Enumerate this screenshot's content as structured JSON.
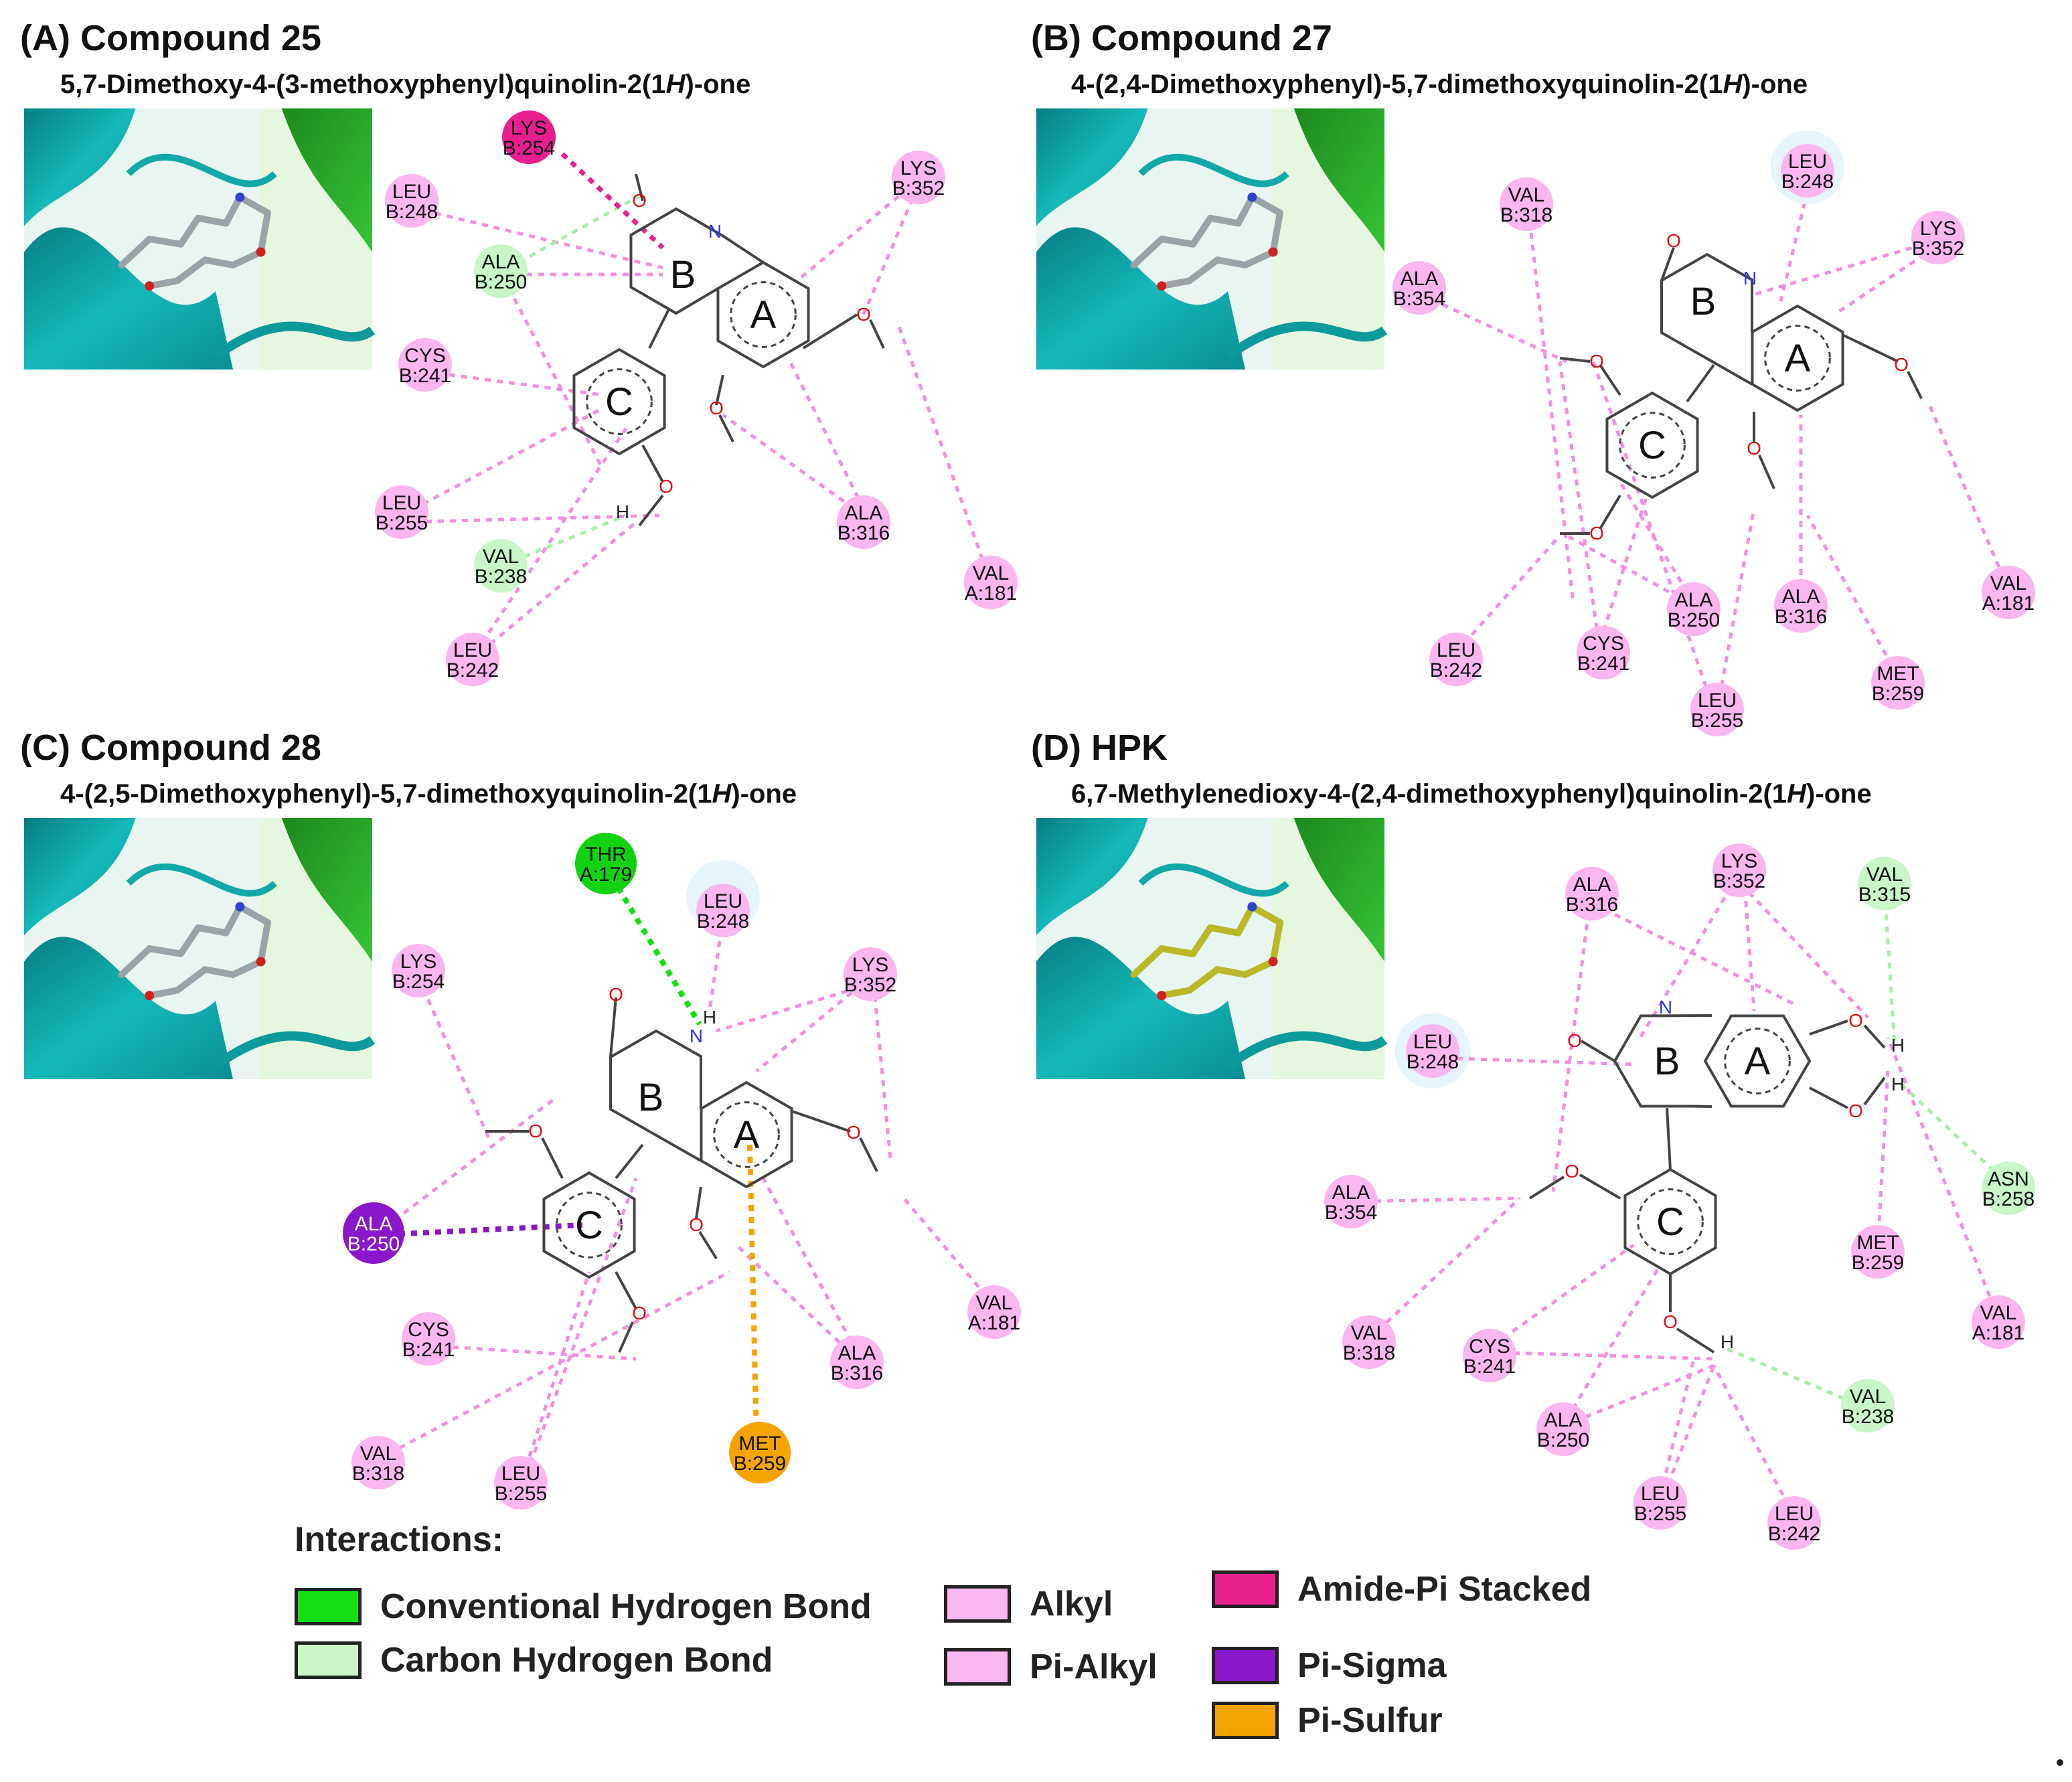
{
  "panels": [
    {
      "id": "A",
      "label": "(A)",
      "heading": "Compound 25",
      "name_pre": "5,7-Dimethoxy-4-(3-methoxyphenyl)quinolin-2(1",
      "name_ital": "H",
      "name_post": ")-one",
      "ring_labels": {
        "A": "A",
        "B": "B",
        "C": "C"
      },
      "residues": [
        {
          "id": "LYS254",
          "l1": "LYS",
          "l2": "B:254",
          "color": "#e8208f"
        },
        {
          "id": "LEU248",
          "l1": "LEU",
          "l2": "B:248",
          "color": "#f9b6ef"
        },
        {
          "id": "ALA250",
          "l1": "ALA",
          "l2": "B:250",
          "color": "#c9f5c9"
        },
        {
          "id": "LYS352",
          "l1": "LYS",
          "l2": "B:352",
          "color": "#f9b6ef"
        },
        {
          "id": "CYS241",
          "l1": "CYS",
          "l2": "B:241",
          "color": "#f9b6ef"
        },
        {
          "id": "LEU255",
          "l1": "LEU",
          "l2": "B:255",
          "color": "#f9b6ef"
        },
        {
          "id": "VAL238",
          "l1": "VAL",
          "l2": "B:238",
          "color": "#c9f5c9"
        },
        {
          "id": "LEU242",
          "l1": "LEU",
          "l2": "B:242",
          "color": "#f9b6ef"
        },
        {
          "id": "ALA316",
          "l1": "ALA",
          "l2": "B:316",
          "color": "#f9b6ef"
        },
        {
          "id": "VAL181",
          "l1": "VAL",
          "l2": "A:181",
          "color": "#f9b6ef"
        }
      ],
      "atom_labels": [
        "N",
        "O",
        "O",
        "O",
        "O",
        "H"
      ]
    },
    {
      "id": "B",
      "label": "(B)",
      "heading": "Compound 27",
      "name_pre": "4-(2,4-Dimethoxyphenyl)-5,7-dimethoxyquinolin-2(1",
      "name_ital": "H",
      "name_post": ")-one",
      "ring_labels": {
        "A": "A",
        "B": "B",
        "C": "C"
      },
      "residues": [
        {
          "id": "VAL318",
          "l1": "VAL",
          "l2": "B:318",
          "color": "#f9b6ef"
        },
        {
          "id": "LEU248",
          "l1": "LEU",
          "l2": "B:248",
          "color": "#f9b6ef"
        },
        {
          "id": "LYS352",
          "l1": "LYS",
          "l2": "B:352",
          "color": "#f9b6ef"
        },
        {
          "id": "ALA354",
          "l1": "ALA",
          "l2": "B:354",
          "color": "#f9b6ef"
        },
        {
          "id": "VAL181",
          "l1": "VAL",
          "l2": "A:181",
          "color": "#f9b6ef"
        },
        {
          "id": "ALA250",
          "l1": "ALA",
          "l2": "B:250",
          "color": "#f9b6ef"
        },
        {
          "id": "ALA316",
          "l1": "ALA",
          "l2": "B:316",
          "color": "#f9b6ef"
        },
        {
          "id": "LEU242",
          "l1": "LEU",
          "l2": "B:242",
          "color": "#f9b6ef"
        },
        {
          "id": "CYS241",
          "l1": "CYS",
          "l2": "B:241",
          "color": "#f9b6ef"
        },
        {
          "id": "MET259",
          "l1": "MET",
          "l2": "B:259",
          "color": "#f9b6ef"
        },
        {
          "id": "LEU255",
          "l1": "LEU",
          "l2": "B:255",
          "color": "#f9b6ef"
        }
      ],
      "atom_labels": [
        "N",
        "O",
        "O",
        "O",
        "O",
        "O"
      ]
    },
    {
      "id": "C",
      "label": "(C)",
      "heading": "Compound 28",
      "name_pre": "4-(2,5-Dimethoxyphenyl)-5,7-dimethoxyquinolin-2(1",
      "name_ital": "H",
      "name_post": ")-one",
      "ring_labels": {
        "A": "A",
        "B": "B",
        "C": "C"
      },
      "residues": [
        {
          "id": "THR179",
          "l1": "THR",
          "l2": "A:179",
          "color": "#12d312"
        },
        {
          "id": "LEU248",
          "l1": "LEU",
          "l2": "B:248",
          "color": "#f9b6ef"
        },
        {
          "id": "LYS254",
          "l1": "LYS",
          "l2": "B:254",
          "color": "#f9b6ef"
        },
        {
          "id": "LYS352",
          "l1": "LYS",
          "l2": "B:352",
          "color": "#f9b6ef"
        },
        {
          "id": "ALA250",
          "l1": "ALA",
          "l2": "B:250",
          "color": "#8a17c9"
        },
        {
          "id": "VAL181",
          "l1": "VAL",
          "l2": "A:181",
          "color": "#f9b6ef"
        },
        {
          "id": "CYS241",
          "l1": "CYS",
          "l2": "B:241",
          "color": "#f9b6ef"
        },
        {
          "id": "ALA316",
          "l1": "ALA",
          "l2": "B:316",
          "color": "#f9b6ef"
        },
        {
          "id": "VAL318",
          "l1": "VAL",
          "l2": "B:318",
          "color": "#f9b6ef"
        },
        {
          "id": "LEU255",
          "l1": "LEU",
          "l2": "B:255",
          "color": "#f9b6ef"
        },
        {
          "id": "MET259",
          "l1": "MET",
          "l2": "B:259",
          "color": "#f5a300"
        }
      ],
      "atom_labels": [
        "N",
        "H",
        "O",
        "O",
        "O",
        "O",
        "O"
      ]
    },
    {
      "id": "D",
      "label": "(D)",
      "heading": "HPK",
      "name_pre": "6,7-Methylenedioxy-4-(2,4-dimethoxyphenyl)quinolin-2(1",
      "name_ital": "H",
      "name_post": ")-one",
      "ring_labels": {
        "A": "A",
        "B": "B",
        "C": "C"
      },
      "residues": [
        {
          "id": "ALA316",
          "l1": "ALA",
          "l2": "B:316",
          "color": "#f9b6ef"
        },
        {
          "id": "LYS352",
          "l1": "LYS",
          "l2": "B:352",
          "color": "#f9b6ef"
        },
        {
          "id": "VAL315",
          "l1": "VAL",
          "l2": "B:315",
          "color": "#c9f5c9"
        },
        {
          "id": "LEU248",
          "l1": "LEU",
          "l2": "B:248",
          "color": "#f9b6ef"
        },
        {
          "id": "ASN258",
          "l1": "ASN",
          "l2": "B:258",
          "color": "#c9f5c9"
        },
        {
          "id": "ALA354",
          "l1": "ALA",
          "l2": "B:354",
          "color": "#f9b6ef"
        },
        {
          "id": "MET259",
          "l1": "MET",
          "l2": "B:259",
          "color": "#f9b6ef"
        },
        {
          "id": "VAL181",
          "l1": "VAL",
          "l2": "A:181",
          "color": "#f9b6ef"
        },
        {
          "id": "VAL318",
          "l1": "VAL",
          "l2": "B:318",
          "color": "#f9b6ef"
        },
        {
          "id": "CYS241",
          "l1": "CYS",
          "l2": "B:241",
          "color": "#f9b6ef"
        },
        {
          "id": "VAL238",
          "l1": "VAL",
          "l2": "B:238",
          "color": "#c9f5c9"
        },
        {
          "id": "ALA250",
          "l1": "ALA",
          "l2": "B:250",
          "color": "#f9b6ef"
        },
        {
          "id": "LEU255",
          "l1": "LEU",
          "l2": "B:255",
          "color": "#f9b6ef"
        },
        {
          "id": "LEU242",
          "l1": "LEU",
          "l2": "B:242",
          "color": "#f9b6ef"
        }
      ],
      "atom_labels": [
        "N",
        "O",
        "O",
        "O",
        "O",
        "O",
        "H",
        "H",
        "H"
      ]
    }
  ],
  "legend": {
    "heading": "Interactions:",
    "items": [
      {
        "label": "Conventional Hydrogen Bond",
        "color": "#12e012"
      },
      {
        "label": "Carbon Hydrogen Bond",
        "color": "#c9f5c9"
      },
      {
        "label": "Alkyl",
        "color": "#f9b6ef"
      },
      {
        "label": "Pi-Alkyl",
        "color": "#f9b6ef"
      },
      {
        "label": "Amide-Pi Stacked",
        "color": "#e8208f"
      },
      {
        "label": "Pi-Sigma",
        "color": "#8a17c9"
      },
      {
        "label": "Pi-Sulfur",
        "color": "#f5a300"
      }
    ]
  },
  "colors": {
    "alkyl_line": "#f28fe0",
    "carbon_h_line": "#a8eda8",
    "conventional_h_line": "#12e012",
    "amide_pi_line": "#e8208f",
    "pi_sigma_line": "#8a17c9",
    "pi_sulfur_line": "#f5a300",
    "bond": "#444444",
    "oxygen": "#e01010",
    "nitrogen": "#2a3ad8",
    "protein_teal": "#0fb3b3",
    "protein_green": "#1a9e1a"
  }
}
